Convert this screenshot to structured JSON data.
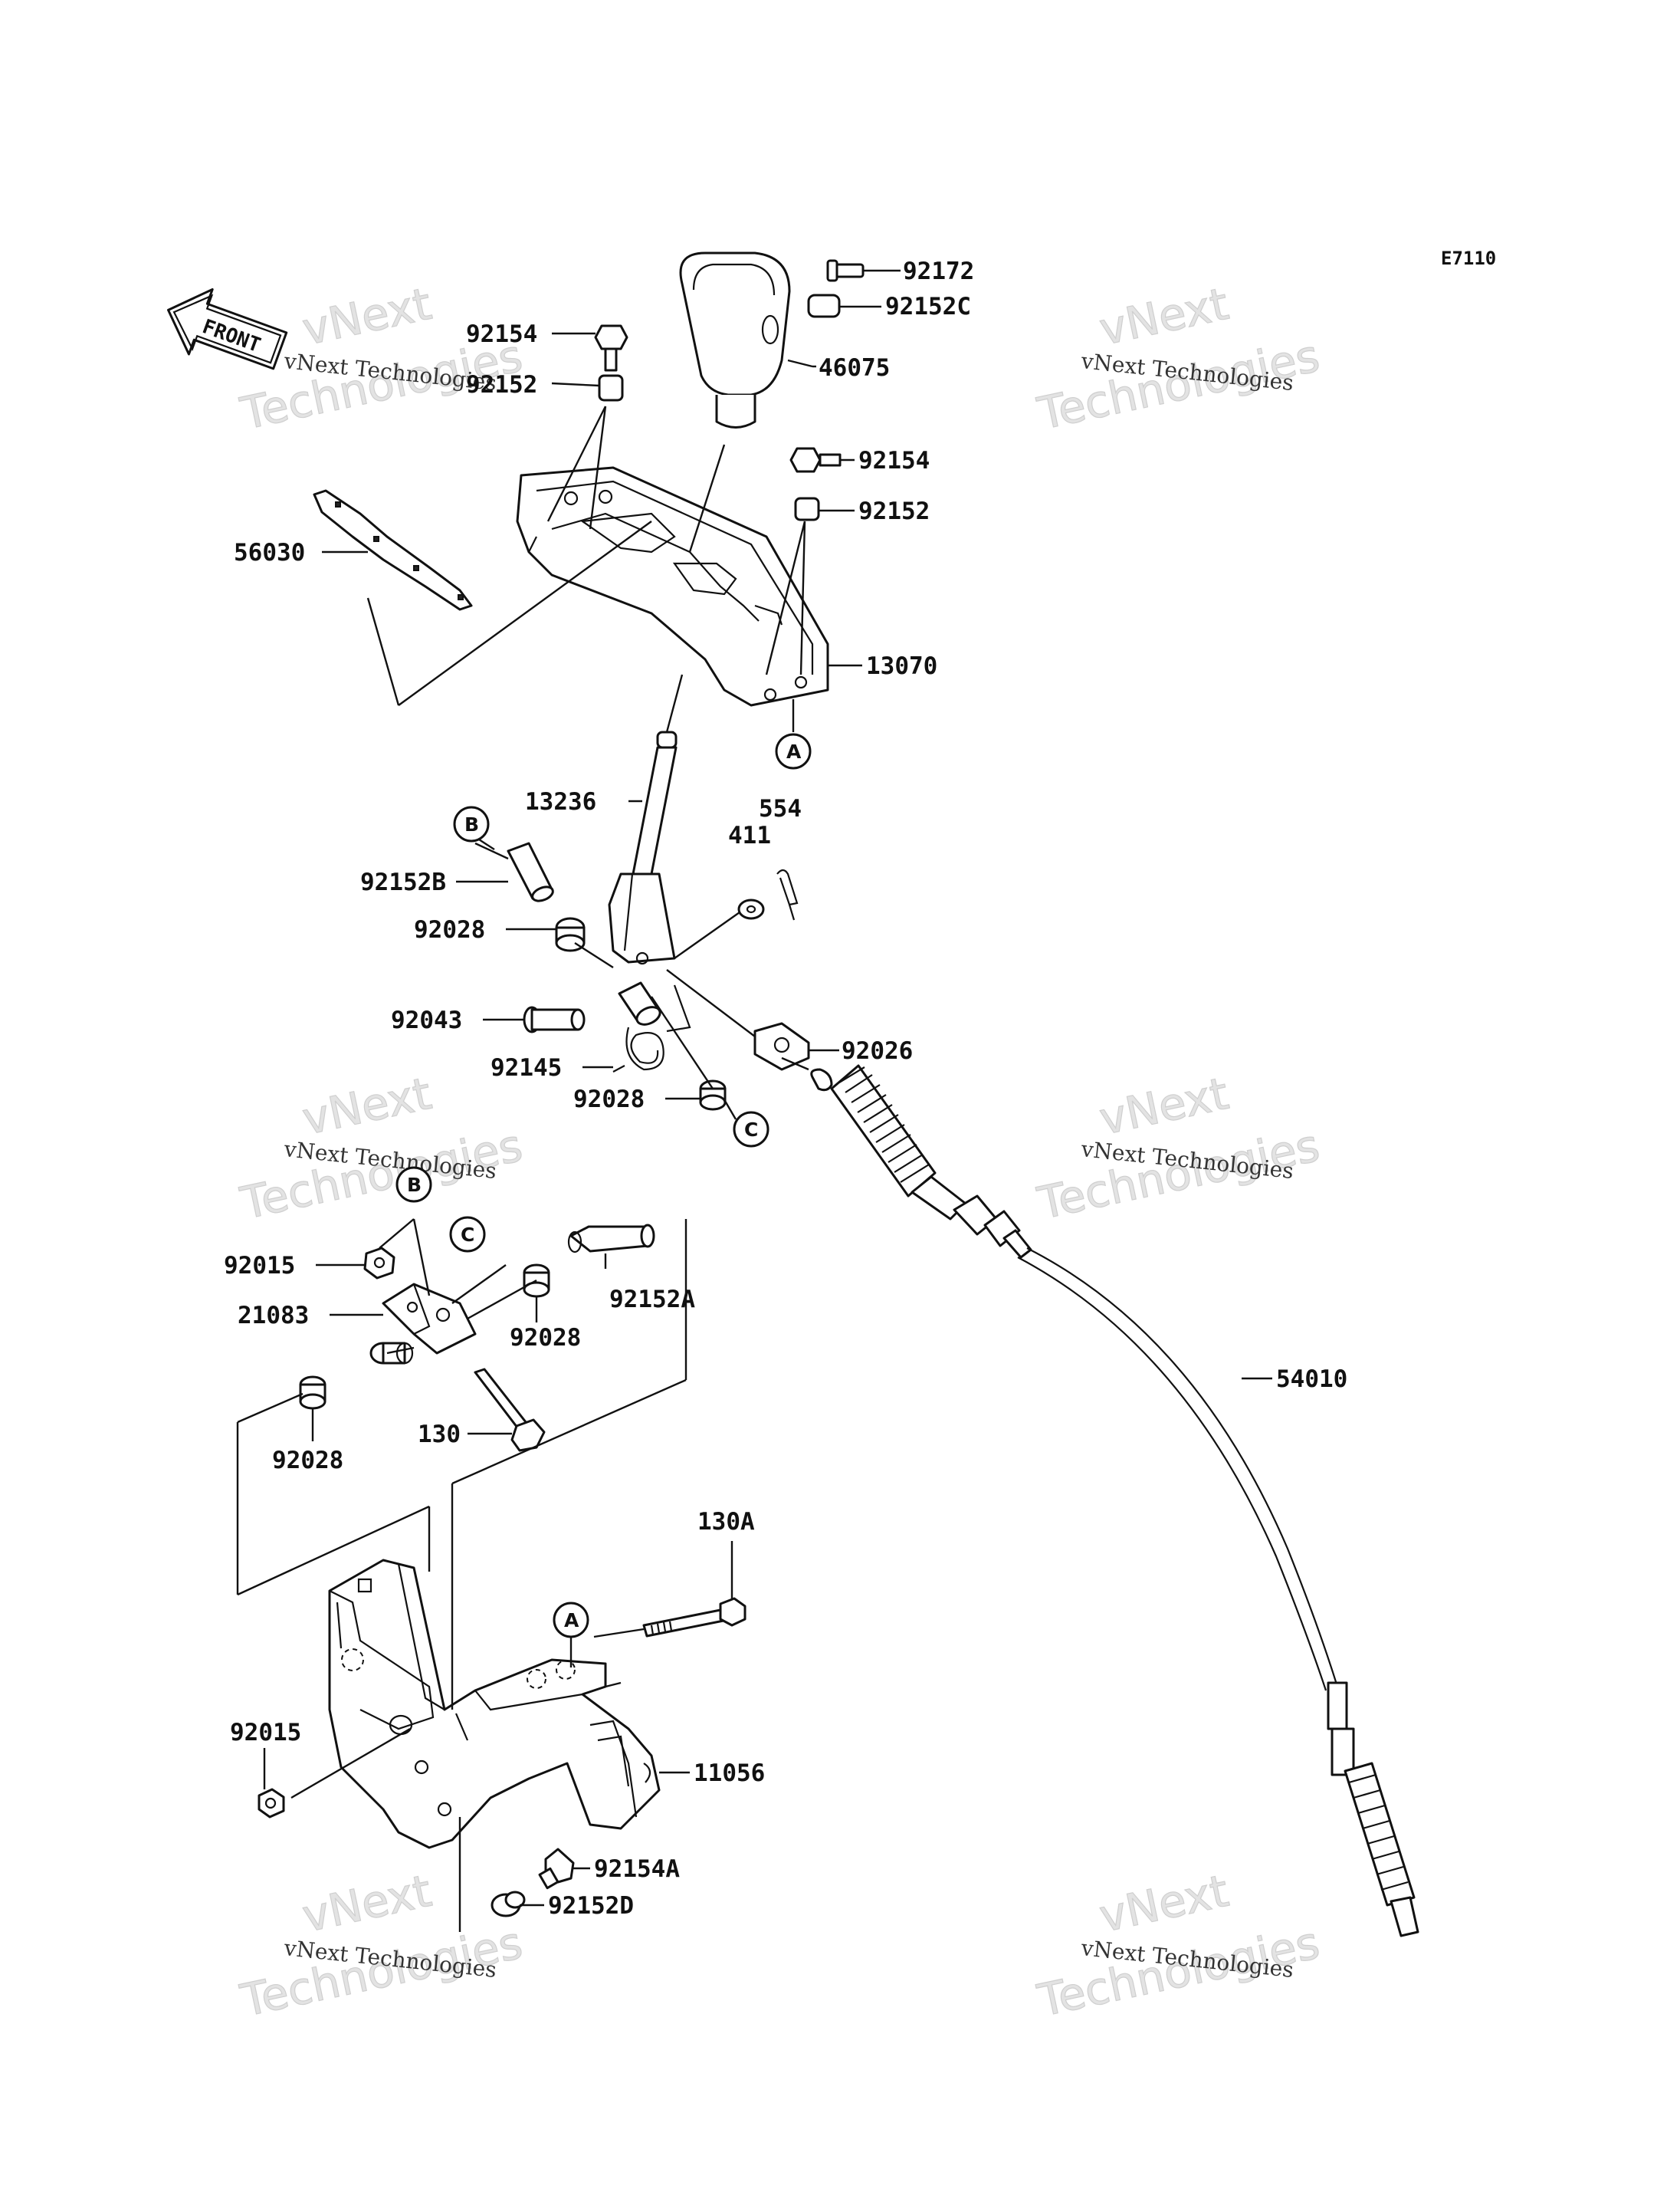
{
  "diagram_code": "E7110",
  "front_arrow": {
    "label": "FRONT"
  },
  "watermark": {
    "line1": "vNext Technologies",
    "big1": "vNext",
    "big2": "Technologies"
  },
  "callouts": {
    "A": "A",
    "B": "B",
    "C": "C"
  },
  "parts": {
    "p92172": "92172",
    "p92152C": "92152C",
    "p46075": "46075",
    "p92154_top": "92154",
    "p92152_top": "92152",
    "p92154_right": "92154",
    "p92152_right": "92152",
    "p56030": "56030",
    "p13070": "13070",
    "p13236": "13236",
    "p554": "554",
    "p411": "411",
    "p92152B": "92152B",
    "p92028_a": "92028",
    "p92043": "92043",
    "p92145": "92145",
    "p92026": "92026",
    "p92028_b": "92028",
    "p92015_a": "92015",
    "p21083": "21083",
    "p92028_c": "92028",
    "p92152A": "92152A",
    "p130": "130",
    "p92028_d": "92028",
    "p54010": "54010",
    "p130A": "130A",
    "p11056": "11056",
    "p92015_b": "92015",
    "p92154A": "92154A",
    "p92152D": "92152D"
  }
}
